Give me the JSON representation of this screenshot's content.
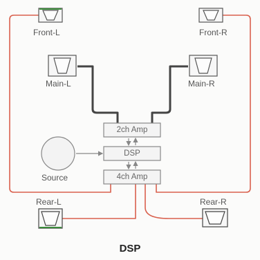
{
  "diagram": {
    "speakers": {
      "front_left": "Front-L",
      "front_right": "Front-R",
      "main_left": "Main-L",
      "main_right": "Main-R",
      "rear_left": "Rear-L",
      "rear_right": "Rear-R"
    },
    "blocks": {
      "amp_2ch": "2ch Amp",
      "dsp": "DSP",
      "amp_4ch": "4ch Amp"
    },
    "source": "Source",
    "caption": "DSP",
    "colors": {
      "speaker_wire": "#d9604d",
      "main_wire": "#444444",
      "box_stroke": "#888888"
    }
  }
}
